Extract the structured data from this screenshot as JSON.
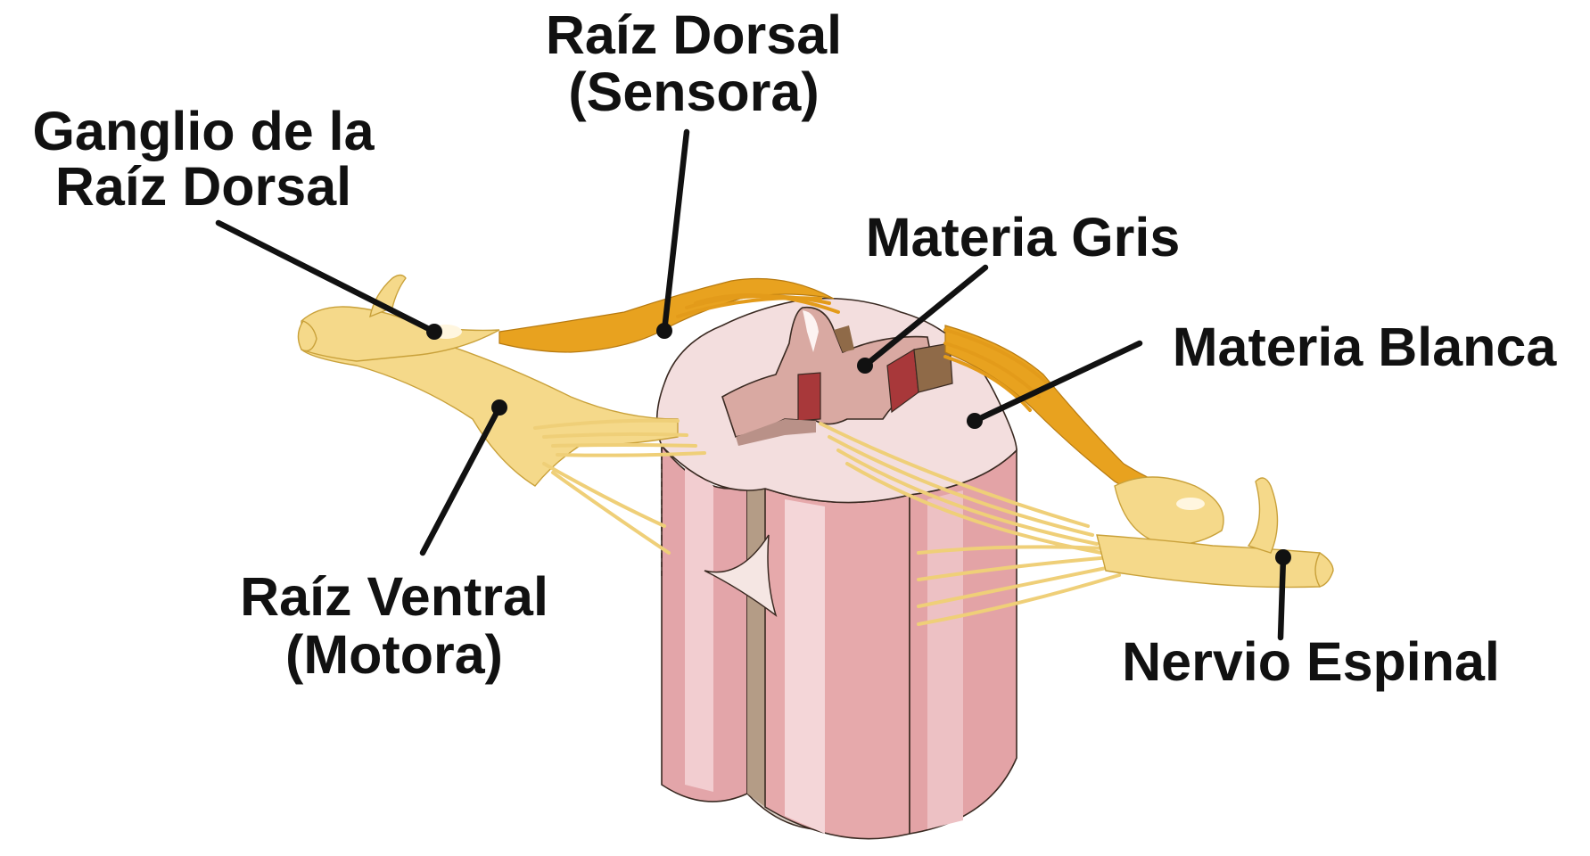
{
  "labels": {
    "ganglion_line1": "Ganglio de la",
    "ganglion_line2": "Raíz Dorsal",
    "dorsal_root_line1": "Raíz Dorsal",
    "dorsal_root_line2": "(Sensora)",
    "gray_matter": "Materia Gris",
    "white_matter": "Materia Blanca",
    "ventral_root_line1": "Raíz Ventral",
    "ventral_root_line2": "(Motora)",
    "spinal_nerve": "Nervio Espinal"
  },
  "colors": {
    "white_matter_surface": "#f3dede",
    "column_pink": "#e6a9ab",
    "gray_matter_top": "#d9a9a2",
    "gray_matter_cut": "#a8383a",
    "nerve_yellow": "#f5d98a",
    "nerve_orange": "#e8a21f",
    "leader_lines": "#111111"
  }
}
